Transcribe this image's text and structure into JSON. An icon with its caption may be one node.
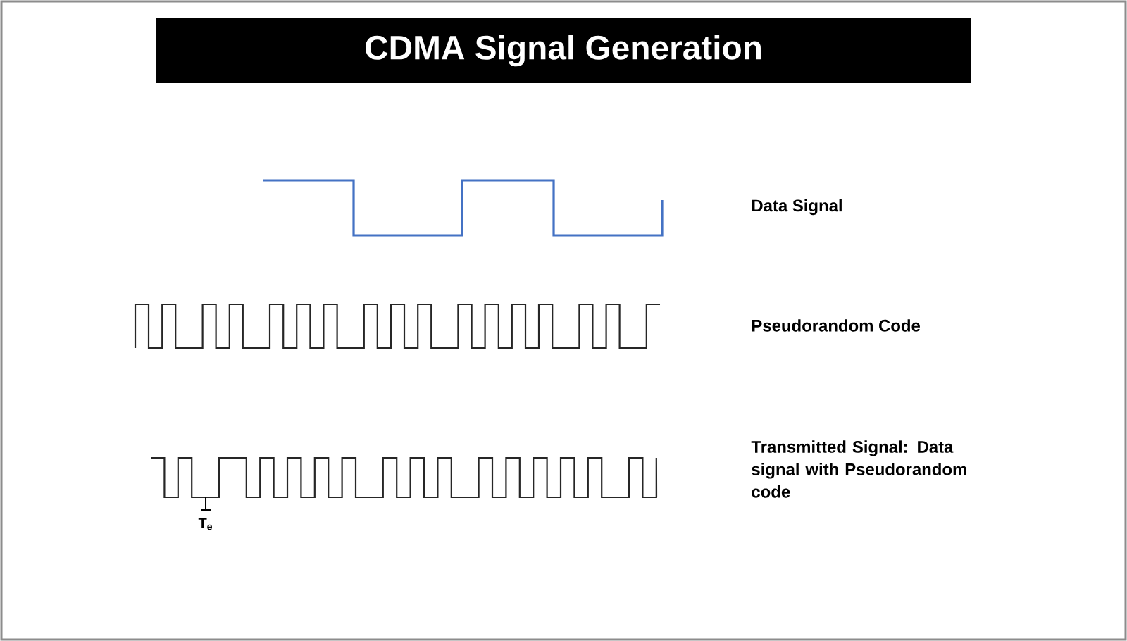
{
  "diagram": {
    "title": "CDMA Signal Generation",
    "labels": [
      "Data Signal",
      "Pseudorandom Code",
      "Transmitted Signal: Data signal with Pseudorandom code",
      "T$_{e}$"
    ]
  }
}
